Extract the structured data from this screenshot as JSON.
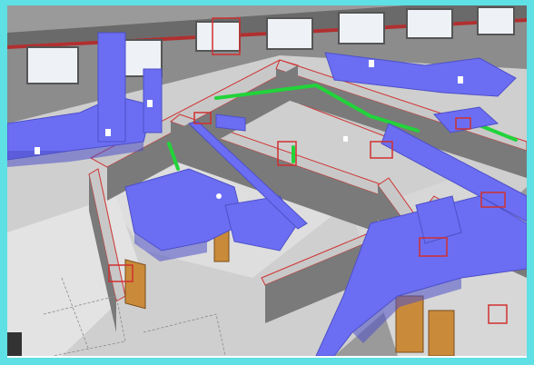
{
  "scene": {
    "kind": "3d-bim-model-viewer",
    "description_systems": [
      "duct",
      "pipe",
      "wall",
      "floor",
      "door",
      "window"
    ],
    "colors": {
      "frame": "#5ee0e4",
      "duct": "#6b6ef2",
      "duct_dark": "#4e50c8",
      "pipe_green": "#22d33a",
      "wall_top": "#c8c8c8",
      "wall_side": "#7f7f7f",
      "floor": "#d9d9d9",
      "outline_red": "#d03030",
      "door": "#c98a3a",
      "window": "#eef2f6"
    }
  }
}
